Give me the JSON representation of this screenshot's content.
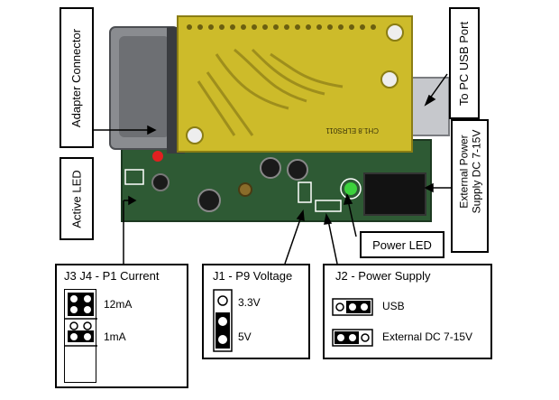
{
  "labels": {
    "adapter_connector": "Adapter Connector",
    "to_pc_usb": "To PC USB Port",
    "active_led": "Active LED",
    "ext_power_line1": "External Power",
    "ext_power_line2": "Supply DC 7-15V",
    "power_led": "Power LED"
  },
  "j3j4": {
    "title": "J3 J4 - P1 Current",
    "opt1": "12mA",
    "opt2": "1mA"
  },
  "j1": {
    "title": "J1 - P9 Voltage",
    "opt1": "3.3V",
    "opt2": "5V"
  },
  "j2": {
    "title": "J2 - Power Supply",
    "opt1": "USB",
    "opt2": "External DC 7-15V"
  },
  "pcb_silk": "CH1.8 ELRS011"
}
